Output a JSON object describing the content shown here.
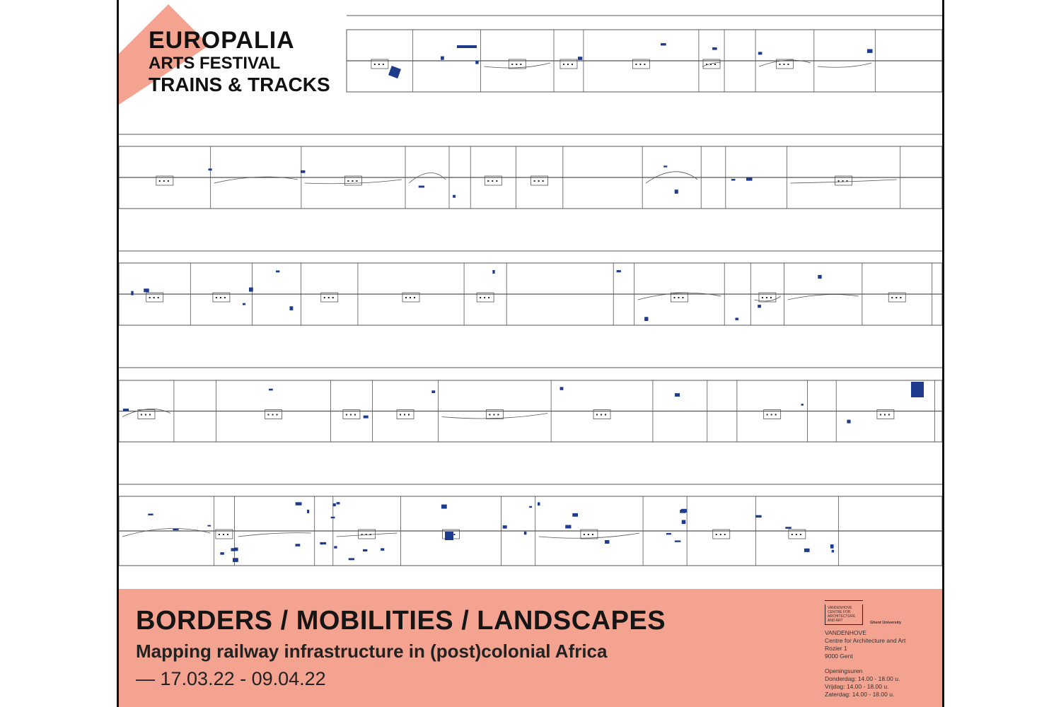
{
  "logo": {
    "line1": "EUROPALIA",
    "line2": "ARTS FESTIVAL",
    "line3": "TRAINS & TRACKS"
  },
  "footer": {
    "title": "BORDERS / MOBILITIES / LANDSCAPES",
    "subtitle": "Mapping railway infrastructure in (post)colonial Africa",
    "dates": "— 17.03.22 - 09.04.22",
    "venue_logo": "Vandenhove Centre for Architecture and Art",
    "university_logo": "Ghent University",
    "venue": {
      "name": "VANDENHOVE",
      "description": "Centre for Architecture and Art",
      "street": "Rozier 1",
      "city": "9000 Gent"
    },
    "hours": {
      "label": "Openingsuren",
      "thursday": "Donderdag: 14.00 - 18.00 u.",
      "friday": "Vrijdag: 14.00 - 18.00 u.",
      "saturday": "Zaterdag: 14.00 - 18.00 u."
    }
  },
  "colors": {
    "accent": "#f5a391",
    "building": "#1f3c8c",
    "line": "#555555"
  }
}
